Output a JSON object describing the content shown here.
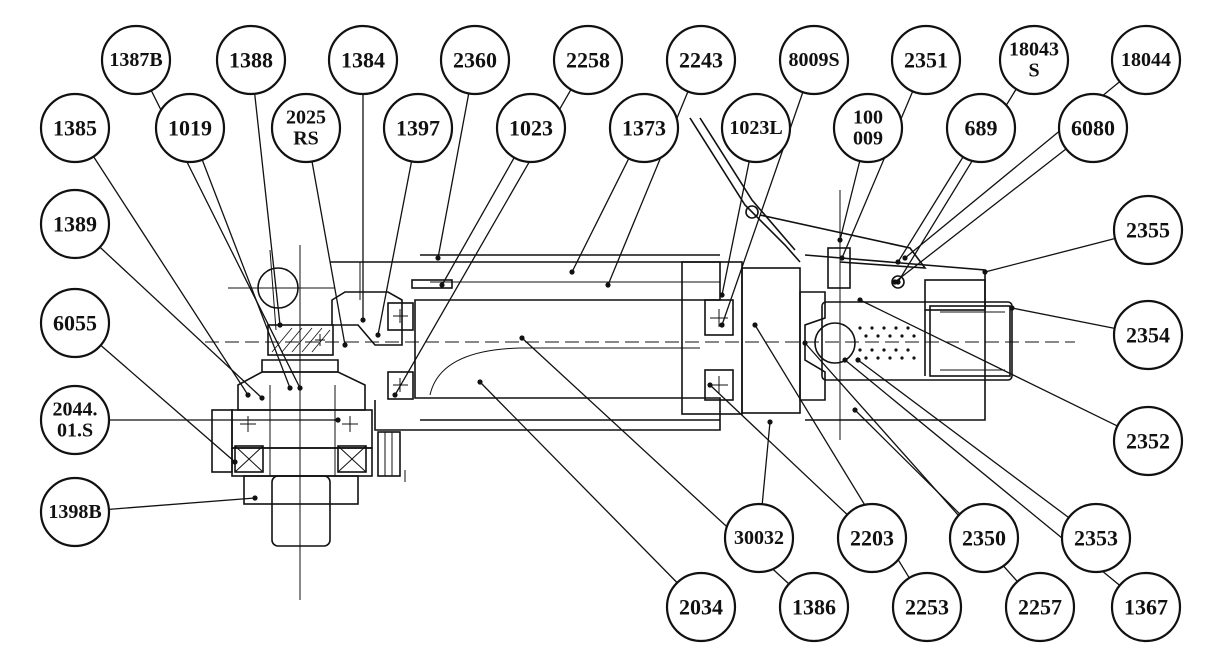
{
  "diagram": {
    "callouts": [
      {
        "id": "1387B",
        "lines": [
          "1387B"
        ]
      },
      {
        "id": "1388",
        "lines": [
          "1388"
        ]
      },
      {
        "id": "1384",
        "lines": [
          "1384"
        ]
      },
      {
        "id": "2360",
        "lines": [
          "2360"
        ]
      },
      {
        "id": "2258",
        "lines": [
          "2258"
        ]
      },
      {
        "id": "2243",
        "lines": [
          "2243"
        ]
      },
      {
        "id": "8009S",
        "lines": [
          "8009S"
        ]
      },
      {
        "id": "2351",
        "lines": [
          "2351"
        ]
      },
      {
        "id": "18043S",
        "lines": [
          "18043",
          "S"
        ]
      },
      {
        "id": "18044",
        "lines": [
          "18044"
        ]
      },
      {
        "id": "1385",
        "lines": [
          "1385"
        ]
      },
      {
        "id": "1019",
        "lines": [
          "1019"
        ]
      },
      {
        "id": "2025RS",
        "lines": [
          "2025",
          "RS"
        ]
      },
      {
        "id": "1397",
        "lines": [
          "1397"
        ]
      },
      {
        "id": "1023",
        "lines": [
          "1023"
        ]
      },
      {
        "id": "1373",
        "lines": [
          "1373"
        ]
      },
      {
        "id": "1023L",
        "lines": [
          "1023L"
        ]
      },
      {
        "id": "100009",
        "lines": [
          "100",
          "009"
        ]
      },
      {
        "id": "689",
        "lines": [
          "689"
        ]
      },
      {
        "id": "6080",
        "lines": [
          "6080"
        ]
      },
      {
        "id": "1389",
        "lines": [
          "1389"
        ]
      },
      {
        "id": "2355",
        "lines": [
          "2355"
        ]
      },
      {
        "id": "6055",
        "lines": [
          "6055"
        ]
      },
      {
        "id": "2354",
        "lines": [
          "2354"
        ]
      },
      {
        "id": "2044.01.S",
        "lines": [
          "2044.",
          "01.S"
        ]
      },
      {
        "id": "2352",
        "lines": [
          "2352"
        ]
      },
      {
        "id": "1398B",
        "lines": [
          "1398B"
        ]
      },
      {
        "id": "30032",
        "lines": [
          "30032"
        ]
      },
      {
        "id": "2203",
        "lines": [
          "2203"
        ]
      },
      {
        "id": "2350",
        "lines": [
          "2350"
        ]
      },
      {
        "id": "2353",
        "lines": [
          "2353"
        ]
      },
      {
        "id": "2034",
        "lines": [
          "2034"
        ]
      },
      {
        "id": "1386",
        "lines": [
          "1386"
        ]
      },
      {
        "id": "2253",
        "lines": [
          "2253"
        ]
      },
      {
        "id": "2257",
        "lines": [
          "2257"
        ]
      },
      {
        "id": "1367",
        "lines": [
          "1367"
        ]
      }
    ]
  }
}
